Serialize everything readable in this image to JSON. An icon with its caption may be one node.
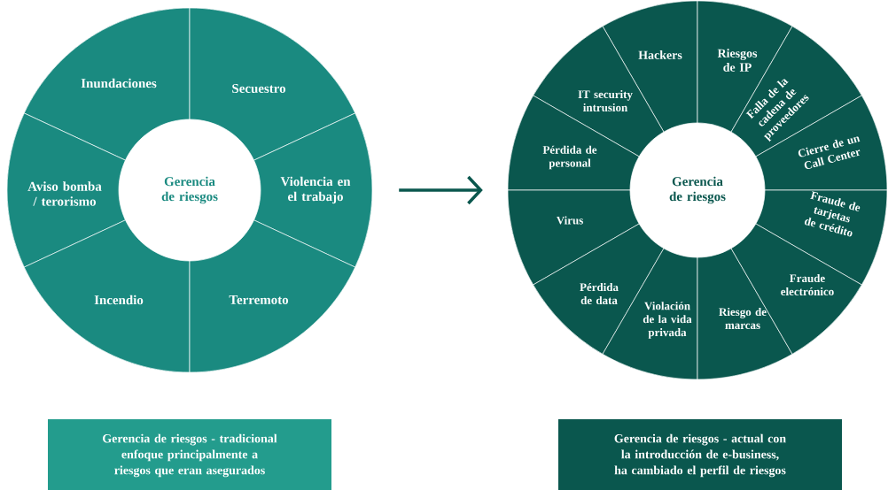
{
  "diagram": {
    "nodes": [
      {
        "text": [],
        "shape": "circle"
      },
      {
        "text": [
          "Gerencia de riesgos"
        ],
        "in": 0
      },
      {
        "text": [
          "Inundaciones"
        ],
        "in": 0
      },
      {
        "text": [
          "Secuestro"
        ],
        "in": 0
      },
      {
        "text": [
          "Aviso bomba / terorismo"
        ],
        "in": 0
      },
      {
        "text": [
          "Violencia en el trabajo"
        ],
        "in": 0
      },
      {
        "text": [
          "Incendio"
        ],
        "in": 0
      },
      {
        "text": [
          "Terremoto"
        ],
        "in": 0
      },
      {
        "text": [],
        "shape": "circle"
      },
      {
        "text": [
          "Gerencia de riesgos"
        ],
        "in": 8
      },
      {
        "text": [
          "Hackers"
        ],
        "in": 8
      },
      {
        "text": [
          "Riesgos de IP"
        ],
        "in": 8
      },
      {
        "text": [
          "IT security intrusion"
        ],
        "in": 8
      },
      {
        "text": [
          "Falla de la cadena de proveedores"
        ],
        "in": 8
      },
      {
        "text": [
          "Pérdida de personal"
        ],
        "in": 8
      },
      {
        "text": [
          "Cierre de un Call Center"
        ],
        "in": 8
      },
      {
        "text": [
          "Virus"
        ],
        "in": 8
      },
      {
        "text": [
          "Fraude de tarjetas de crédito"
        ],
        "in": 8
      },
      {
        "text": [
          "Pérdida de data"
        ],
        "in": 8
      },
      {
        "text": [
          "Violación de la vida privada"
        ],
        "in": 8
      },
      {
        "text": [
          "Riesgo de marcas"
        ],
        "in": 8
      },
      {
        "text": [
          "Fraude electrónico"
        ],
        "in": 8
      },
      {
        "text": [
          "Gerencia de riesgos - tradicional enfoque principalmente a riesgos que eran asegurados"
        ]
      },
      {
        "text": [
          "Gerencia de riesgos - actual con la introducción de e-business, ha cambiado el perfil de riesgos"
        ]
      }
    ],
    "edges": [
      {
        "from": 0,
        "to": 8,
        "arrow": "to"
      }
    ]
  }
}
